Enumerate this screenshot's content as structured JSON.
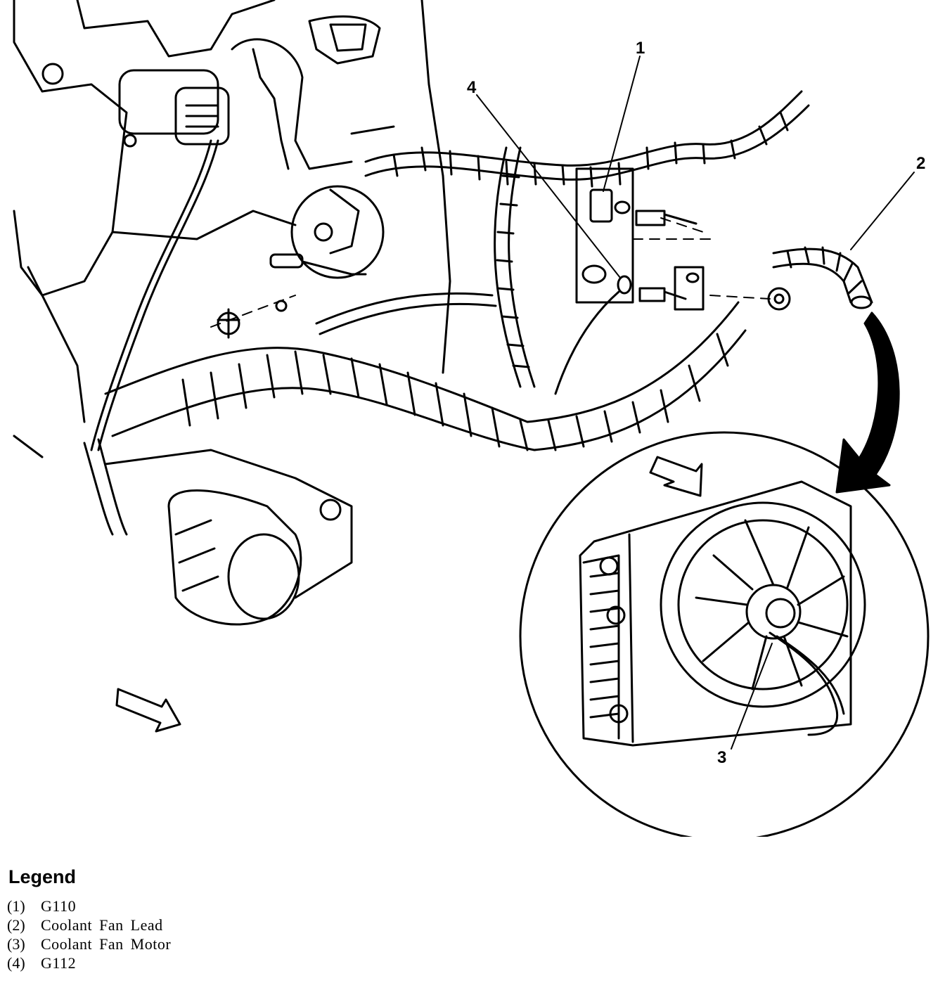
{
  "callouts": {
    "c1": "1",
    "c2": "2",
    "c3": "3",
    "c4": "4"
  },
  "legend": {
    "title": "Legend",
    "items": [
      {
        "num": "(1)",
        "label": "G110"
      },
      {
        "num": "(2)",
        "label": "Coolant Fan Lead"
      },
      {
        "num": "(3)",
        "label": "Coolant Fan Motor"
      },
      {
        "num": "(4)",
        "label": "G112"
      }
    ]
  },
  "colors": {
    "ink": "#000000",
    "paper": "#ffffff"
  }
}
